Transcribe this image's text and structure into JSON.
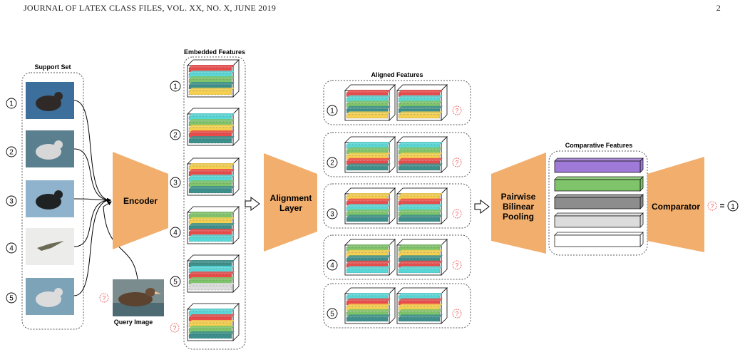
{
  "header": {
    "journal": "JOURNAL OF LATEX CLASS FILES, VOL. XX, NO. X, JUNE 2019",
    "page_number": "2"
  },
  "figure": {
    "labels": {
      "support_set": "Support Set",
      "embedded_features": "Embedded Features",
      "aligned_features": "Aligned Features",
      "comparative_features": "Comparative Features",
      "query_image": "Query Image"
    },
    "blocks": {
      "encoder": [
        "Encoder"
      ],
      "alignment": [
        "Alignment",
        "Layer"
      ],
      "pooling": [
        "Pairwise",
        "Bilinear",
        "Pooling"
      ],
      "comparator": [
        "Comparator"
      ]
    },
    "numbers": [
      "1",
      "2",
      "3",
      "4",
      "5"
    ],
    "query_mark": "?",
    "result": {
      "equals": "=",
      "answer": "1"
    },
    "colors": {
      "block_fill": "#f2ae6c",
      "red": "#e94b4b",
      "cyan": "#59d7d7",
      "green": "#7fc36a",
      "yellow": "#f5cf4f",
      "teal": "#3c8f8b",
      "purple": "#a07ad8",
      "gray": "#8d8d8d",
      "lightgray": "#dcdcdc"
    }
  }
}
